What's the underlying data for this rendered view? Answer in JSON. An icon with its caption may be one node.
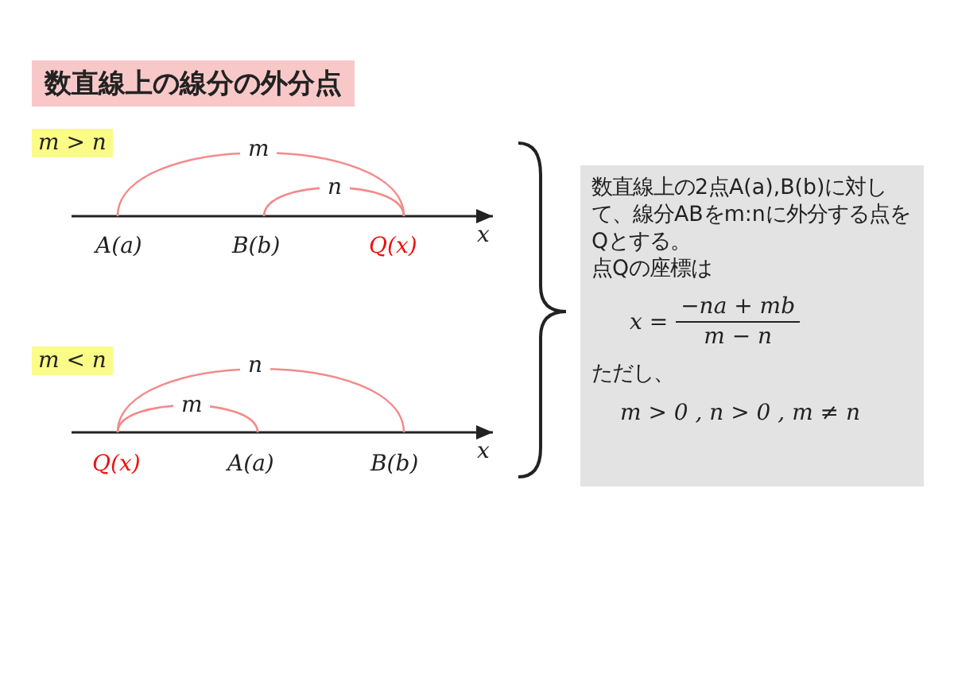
{
  "diagram": {
    "title": "数直線上の線分の外分点",
    "nodes": [
      {
        "text": [
          "数直線上の2点A(a),B(b)に対して、線分ABをm:nに外分する点をQとする。",
          "点Qの座標は",
          "x =",
          "−na + mb",
          "m − n",
          "ただし、",
          "m > 0 , n > 0 , m ≠ n"
        ]
      }
    ],
    "labels": [
      "m > n",
      "m",
      "n",
      "x",
      "A(a)",
      "B(b)",
      "Q(x)",
      "m < n",
      "n",
      "m",
      "x",
      "Q(x)",
      "A(a)",
      "B(b)"
    ]
  }
}
